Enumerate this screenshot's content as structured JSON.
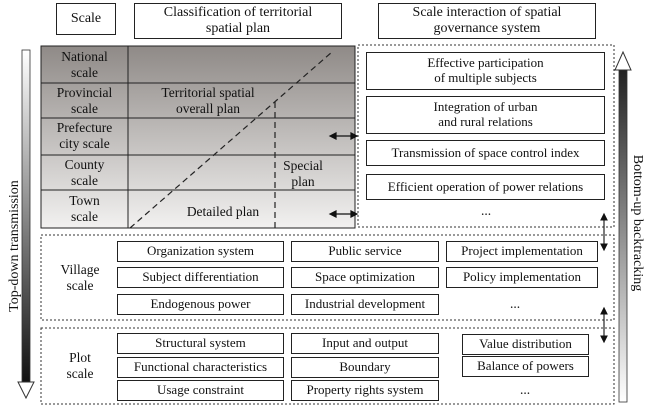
{
  "headers": {
    "scale": "Scale",
    "classification": "Classification of territorial\nspatial plan",
    "interaction": "Scale interaction of spatial\ngovernance system"
  },
  "side_labels": {
    "left": "Top-down transmission",
    "right": "Bottom-up backtracking"
  },
  "top_scales": [
    "National\nscale",
    "Provincial\nscale",
    "Prefecture\ncity scale",
    "County\nscale",
    "Town\nscale"
  ],
  "plan_labels": {
    "overall": "Territorial spatial\noverall plan",
    "special": "Special\nplan",
    "detailed": "Detailed plan"
  },
  "governance_items": [
    "Effective participation\nof multiple subjects",
    "Integration of urban\nand rural relations",
    "Transmission of space control index",
    "Efficient operation of power relations"
  ],
  "governance_more": "...",
  "village": {
    "label": "Village\nscale",
    "items": [
      [
        "Organization system",
        "Public service",
        "Project implementation"
      ],
      [
        "Subject differentiation",
        "Space optimization",
        "Policy implementation"
      ],
      [
        "Endogenous power",
        "Industrial development",
        "..."
      ]
    ]
  },
  "plot": {
    "label": "Plot\nscale",
    "items": [
      [
        "Structural system",
        "Input and output",
        "Value distribution"
      ],
      [
        "Functional characteristics",
        "Boundary",
        "Balance of powers"
      ],
      [
        "Usage constraint",
        "Property rights system",
        "..."
      ]
    ]
  },
  "colors": {
    "gradient_top": "#8f8a87",
    "gradient_bottom": "#f2f1f0",
    "border": "#222222",
    "dashed": "#333333"
  }
}
